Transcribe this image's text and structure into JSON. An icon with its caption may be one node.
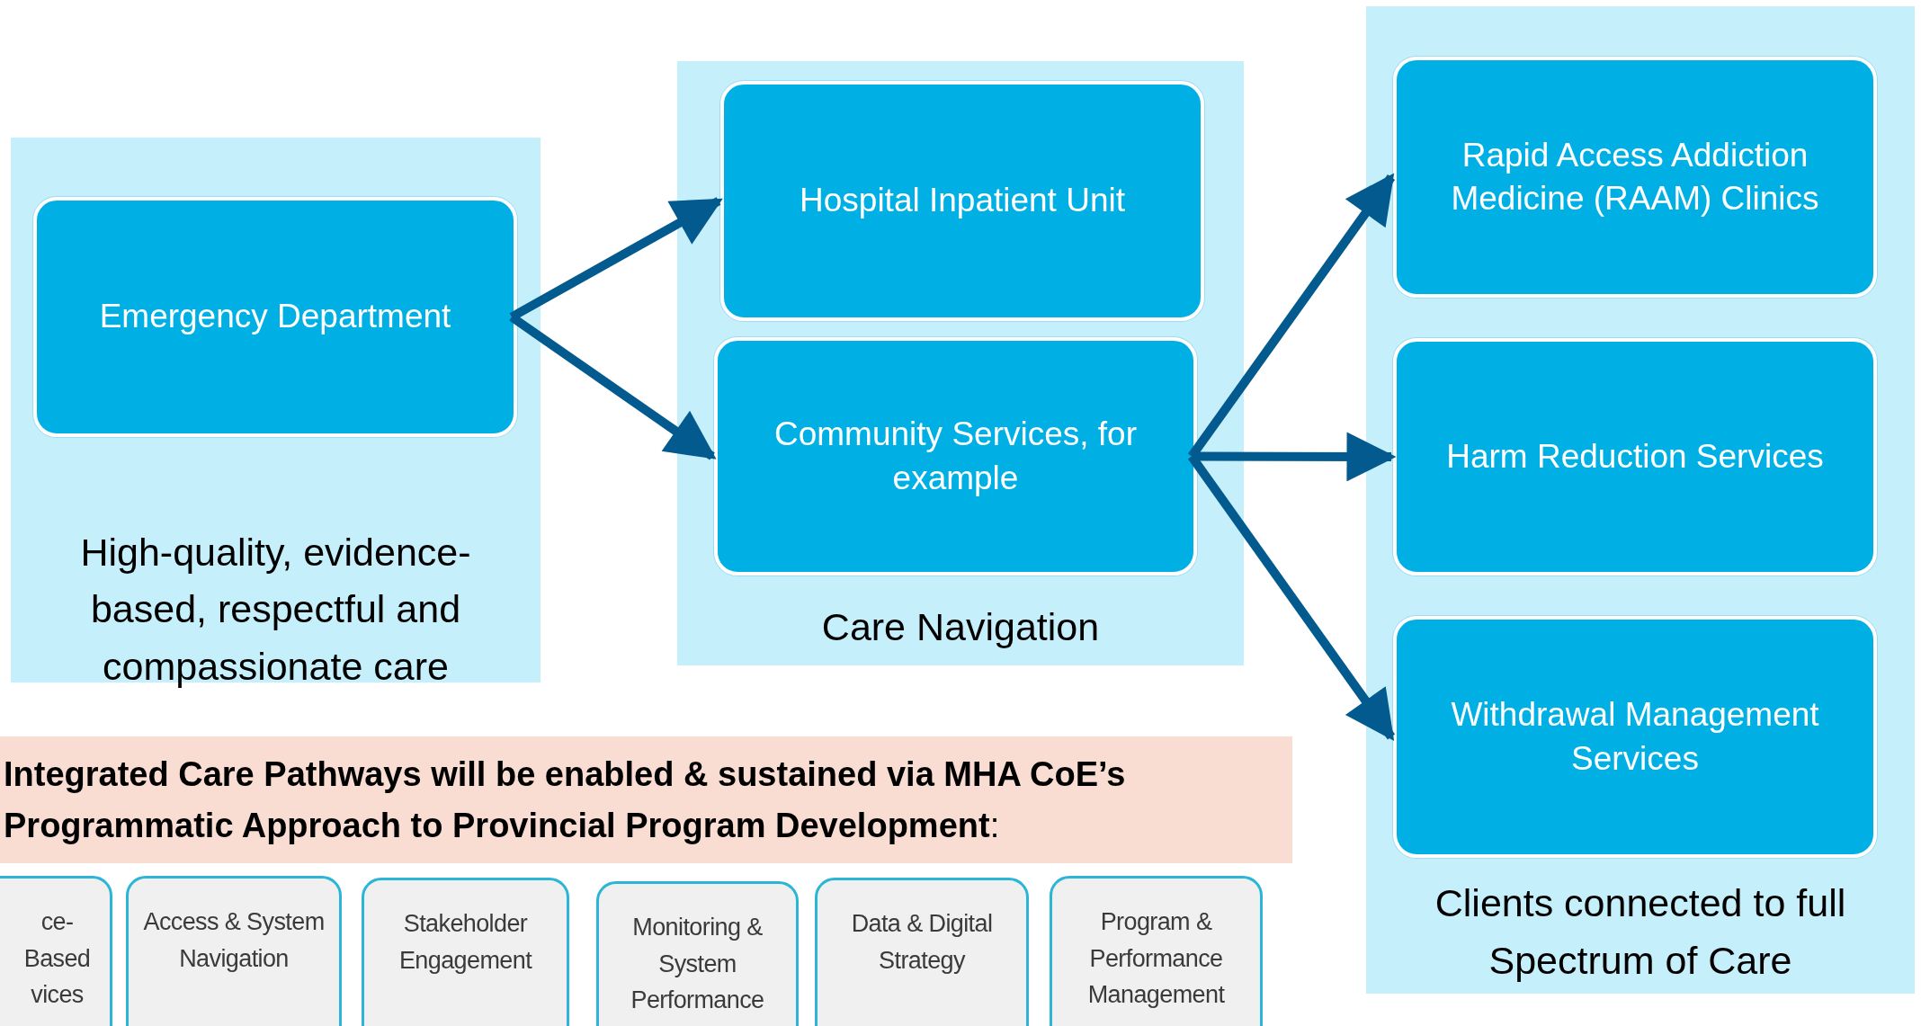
{
  "diagram": {
    "nodes": [
      {
        "text": [
          "High-quality, evidence-based, respectful and compassionate care"
        ]
      },
      {
        "text": [
          "Emergency Department"
        ],
        "in": 0
      },
      {
        "text": [
          "Care Navigation"
        ]
      },
      {
        "text": [
          "Hospital Inpatient Unit"
        ],
        "in": 2
      },
      {
        "text": [
          "Community Services, for example"
        ],
        "in": 2
      },
      {
        "text": [
          "Clients connected to full Spectrum of Care"
        ]
      },
      {
        "text": [
          "Rapid Access Addiction Medicine (RAAM) Clinics"
        ],
        "in": 5
      },
      {
        "text": [
          "Harm Reduction Services"
        ],
        "in": 5
      },
      {
        "text": [
          "Withdrawal Management Services"
        ],
        "in": 5
      },
      {
        "text": [
          "**Integrated Care Pathways will be enabled & sustained via MHA CoE’s Programmatic Approach to Provincial Program Development**:"
        ]
      },
      {
        "text": [
          "ce-Based vices"
        ]
      },
      {
        "text": [
          "Access & System Navigation"
        ]
      },
      {
        "text": [
          "Stakeholder Engagement"
        ]
      },
      {
        "text": [
          "Monitoring & System Performance"
        ]
      },
      {
        "text": [
          "Data & Digital Strategy"
        ]
      },
      {
        "text": [
          "Program & Performance Management"
        ]
      }
    ],
    "edges": [
      {
        "from": 1,
        "to": 3,
        "arrow": "to"
      },
      {
        "from": 1,
        "to": 4,
        "arrow": "to"
      },
      {
        "from": 4,
        "to": 6,
        "arrow": "to"
      },
      {
        "from": 4,
        "to": 7,
        "arrow": "to"
      },
      {
        "from": 4,
        "to": 8,
        "arrow": "to"
      }
    ]
  }
}
